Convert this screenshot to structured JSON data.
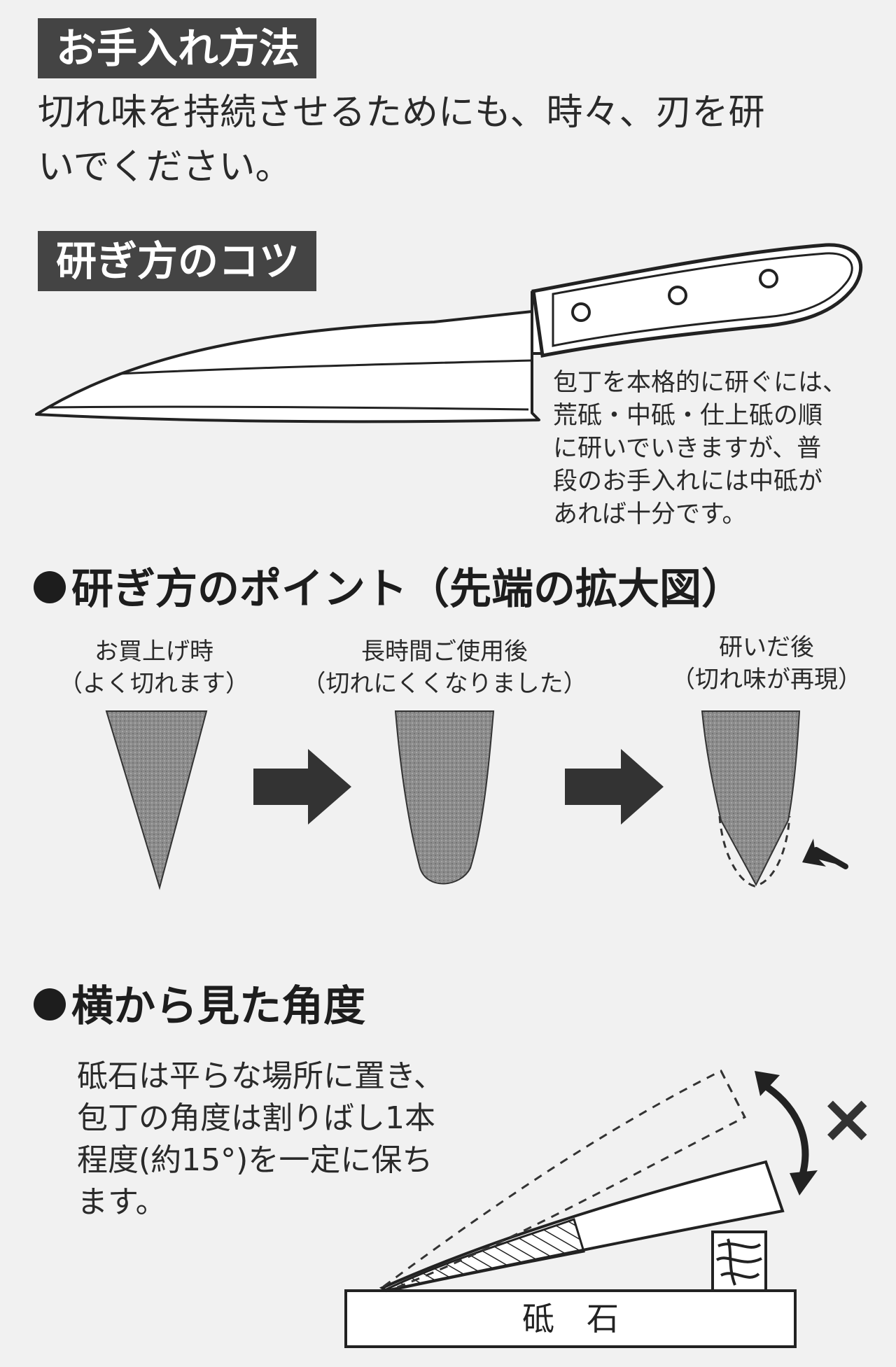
{
  "care": {
    "header": "お手入れ方法",
    "lines": [
      "切れ味を持続させるためにも、時々、刃を研",
      "いでください。"
    ]
  },
  "tips": {
    "header": "研ぎ方のコツ",
    "note_lines": [
      "包丁を本格的に研ぐには、",
      "荒砥・中砥・仕上砥の順",
      "に研いでいきますが、普",
      "段のお手入れには中砥が",
      "あれば十分です。"
    ]
  },
  "points": {
    "heading": "研ぎ方のポイント（先端の拡大図）",
    "stages": [
      {
        "line1": "お買上げ時",
        "line2": "（よく切れます）"
      },
      {
        "line1": "長時間ご使用後",
        "line2": "（切れにくくなりました）"
      },
      {
        "line1": "研いだ後",
        "line2": "（切れ味が再現）"
      }
    ]
  },
  "angle": {
    "heading": "横から見た角度",
    "lines": [
      "砥石は平らな場所に置き、",
      "包丁の角度は割りばし1本",
      "程度(約15°)を一定に保ち",
      "ます。"
    ],
    "stone_label": "砥　石",
    "wrong_mark": "×"
  }
}
